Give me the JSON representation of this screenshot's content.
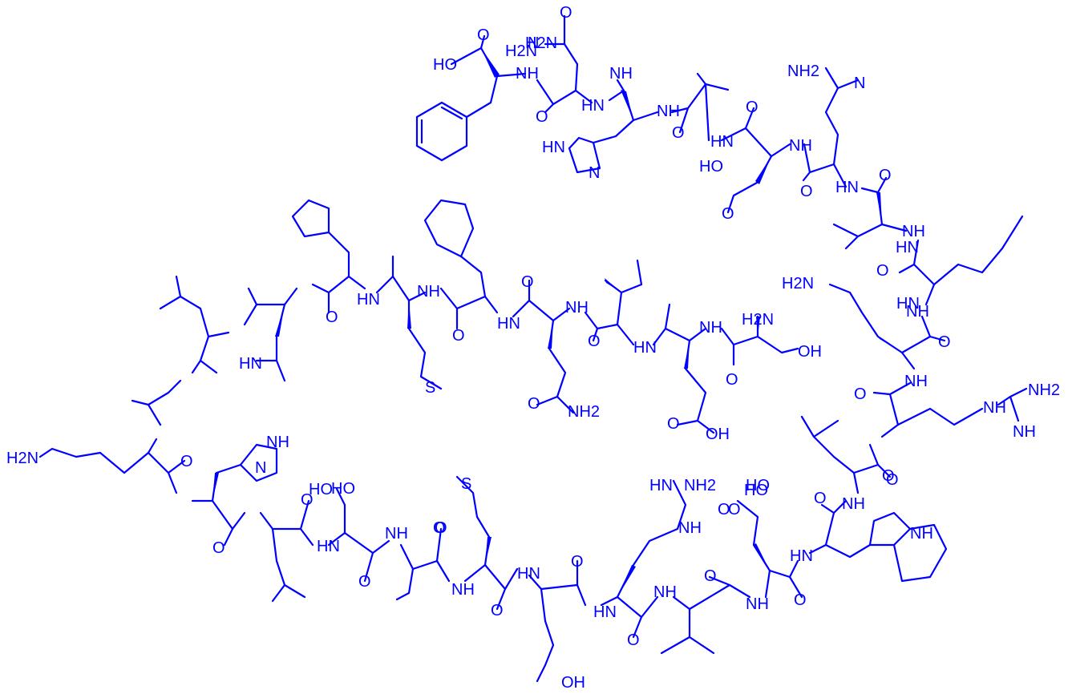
{
  "diagram": {
    "type": "structural-formula",
    "color": "#0000ff",
    "labels": [
      "HO",
      "H2N",
      "O",
      "NH",
      "N",
      "HN",
      "H2N",
      "O",
      "O",
      "NH",
      "HN",
      "N",
      "O",
      "HO",
      "O",
      "NH",
      "O",
      "HN",
      "O",
      "NH",
      "NH2",
      "HN",
      "HN",
      "NH",
      "N",
      "O",
      "O",
      "NH",
      "HN",
      "H2N",
      "O",
      "O",
      "NH",
      "O",
      "S",
      "O",
      "HN",
      "NH",
      "O",
      "O",
      "HN",
      "NH2",
      "O",
      "OH",
      "O",
      "NH",
      "H2N",
      "O",
      "HN",
      "NH",
      "NH2",
      "NH",
      "NH",
      "H2N",
      "O",
      "O",
      "N",
      "NH",
      "O",
      "HO",
      "O",
      "HN",
      "O",
      "O",
      "HN",
      "O",
      "OH",
      "HN",
      "NH2",
      "NH",
      "O",
      "HN",
      "NH",
      "O",
      "NH",
      "HO",
      "O",
      "S",
      "O",
      "NH",
      "HO",
      "NH",
      "O",
      "O",
      "HN",
      "NH",
      "O",
      "HO",
      "O",
      "OH",
      "O",
      "NH",
      "HN"
    ]
  }
}
